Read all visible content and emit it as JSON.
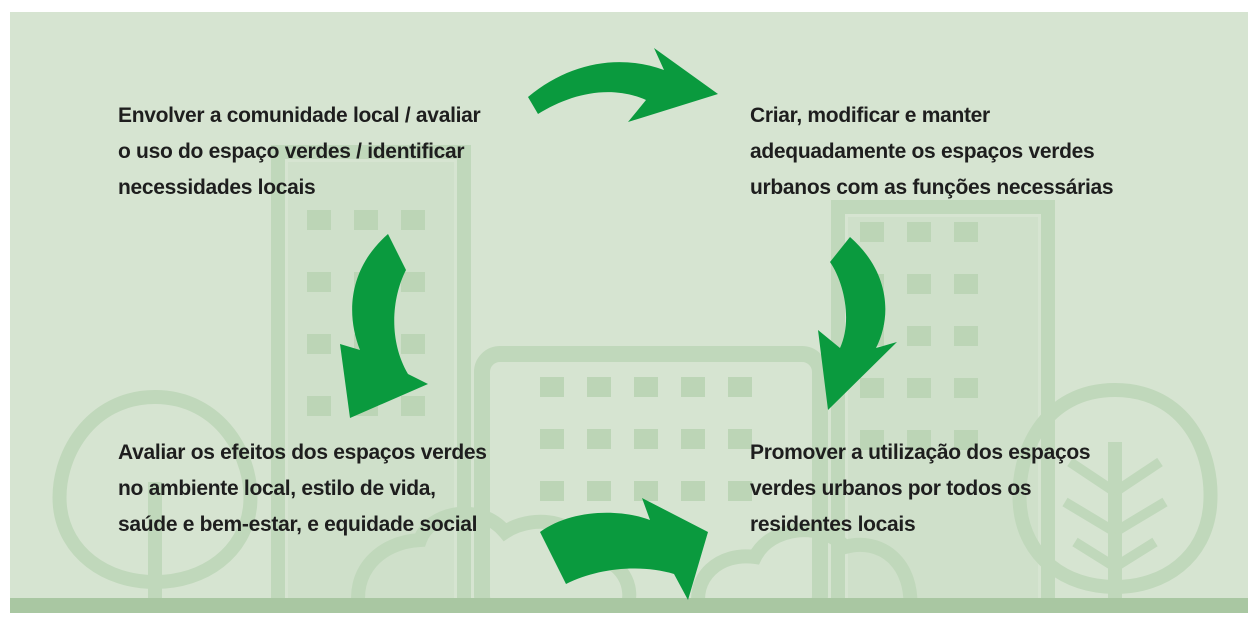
{
  "diagram": {
    "steps": [
      {
        "id": "top-left",
        "text": "Envolver a comunidade local / avaliar\no uso do espaço verdes / identificar\nnecessidades locais"
      },
      {
        "id": "top-right",
        "text": "Criar, modificar e manter\nadequadamente os espaços verdes\nurbanos com as funções necessárias"
      },
      {
        "id": "bottom-right",
        "text": "Promover a utilização dos espaços\nverdes urbanos por todos os\nresidentes locais"
      },
      {
        "id": "bottom-left",
        "text": "Avaliar os efeitos dos espaços verdes\nno ambiente local, estilo de vida,\nsaúde e bem-estar, e equidade  social"
      }
    ],
    "cycle_direction": "clockwise",
    "colors": {
      "arrow": "#0a9a3e",
      "background": "#d6e4d1",
      "illustration": "#bcd5b6",
      "ground": "#a9c7a2",
      "text": "#1e1e1e"
    },
    "icons": [
      "cycle-arrow-icon",
      "building-icon",
      "tree-icon",
      "bush-icon"
    ]
  }
}
